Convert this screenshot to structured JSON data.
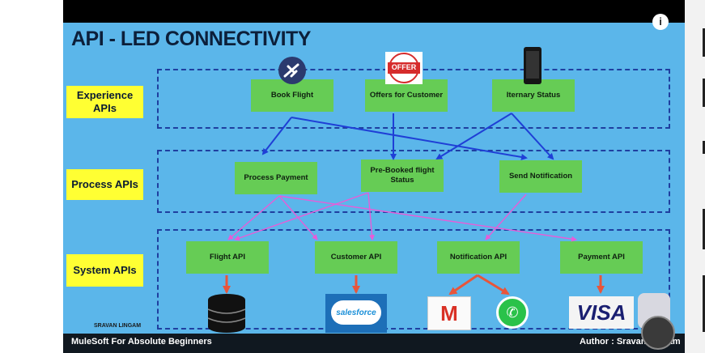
{
  "title": "API - LED CONNECTIVITY",
  "tiers": {
    "experience": "Experience APIs",
    "process": "Process APIs",
    "system": "System APIs"
  },
  "experience_nodes": {
    "book_flight": "Book Flight",
    "offers": "Offers for Customer",
    "itinerary": "Iternary Status"
  },
  "process_nodes": {
    "process_payment": "Process Payment",
    "prebooked": "Pre-Booked flight Status",
    "send_notification": "Send Notification"
  },
  "system_nodes": {
    "flight_api": "Flight API",
    "customer_api": "Customer API",
    "notification_api": "Notification API",
    "payment_api": "Payment API"
  },
  "icons": {
    "flight": "airplane-icon",
    "offer": "offer-stamp-icon",
    "phone": "smartphone-icon",
    "database": "database-icon",
    "salesforce": "salesforce-logo",
    "gmail": "gmail-logo",
    "whatsapp": "whatsapp-logo",
    "visa": "visa-logo"
  },
  "logos": {
    "offer_text": "OFFER",
    "salesforce_text": "salesforce",
    "gmail_text": "M",
    "visa_text": "VISA"
  },
  "footer": {
    "course": "MuleSoft For Absolute Beginners",
    "author": "Author : Sravan Lingam",
    "watermark": "SRAVAN LINGAM"
  },
  "info_glyph": "i",
  "colors": {
    "background": "#5bb6ea",
    "tier_label": "#ffff33",
    "node": "#66cc55",
    "process_arrow": "#1f3fd6",
    "system_arrow": "#e85cd8",
    "backend_arrow": "#e8553a"
  }
}
